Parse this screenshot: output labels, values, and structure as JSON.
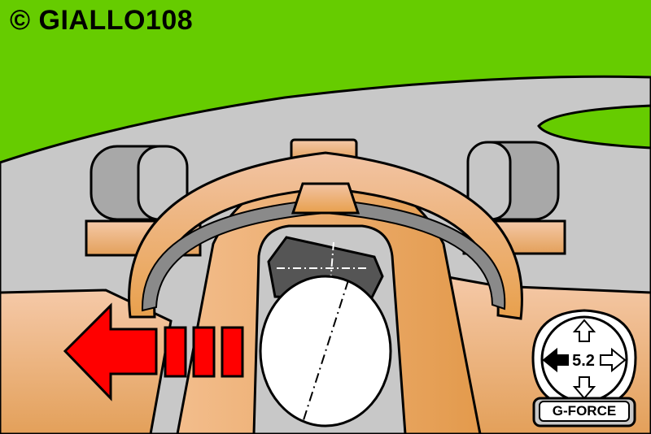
{
  "watermark": {
    "text": "© GIALLO108"
  },
  "gforce": {
    "value": "5.2",
    "label": "G-FORCE",
    "active_direction": "left"
  },
  "direction_indicator": {
    "direction": "left",
    "bars": 3
  },
  "colors": {
    "grass": "#66cc00",
    "track": "#c8c8c8",
    "car_body": "#e8a050",
    "halo": "#e8a050",
    "arrow": "#ff0000",
    "tyre": "#a8a8a8"
  }
}
